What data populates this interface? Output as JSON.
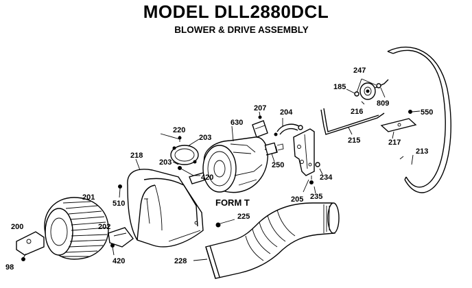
{
  "title": "MODEL DLL2880DCL",
  "subtitle": "BLOWER & DRIVE ASSEMBLY",
  "callouts": {
    "p185": "185",
    "p247": "247",
    "p809": "809",
    "p216_pulley": "216",
    "p550": "550",
    "p207": "207",
    "p204": "204",
    "p630": "630",
    "p220": "220",
    "p203a": "203",
    "p203b": "203",
    "p420a": "420",
    "p250": "250",
    "p215": "215",
    "p217": "217",
    "p213": "213",
    "p218": "218",
    "p234": "234",
    "p235": "235",
    "p205": "205",
    "p201": "201",
    "p510": "510",
    "p225": "225",
    "p200": "200",
    "p202": "202",
    "p420b": "420",
    "p228": "228",
    "p98": "98"
  },
  "form_label": "FORM T",
  "ink_color": "#000000",
  "paper_color": "#ffffff"
}
